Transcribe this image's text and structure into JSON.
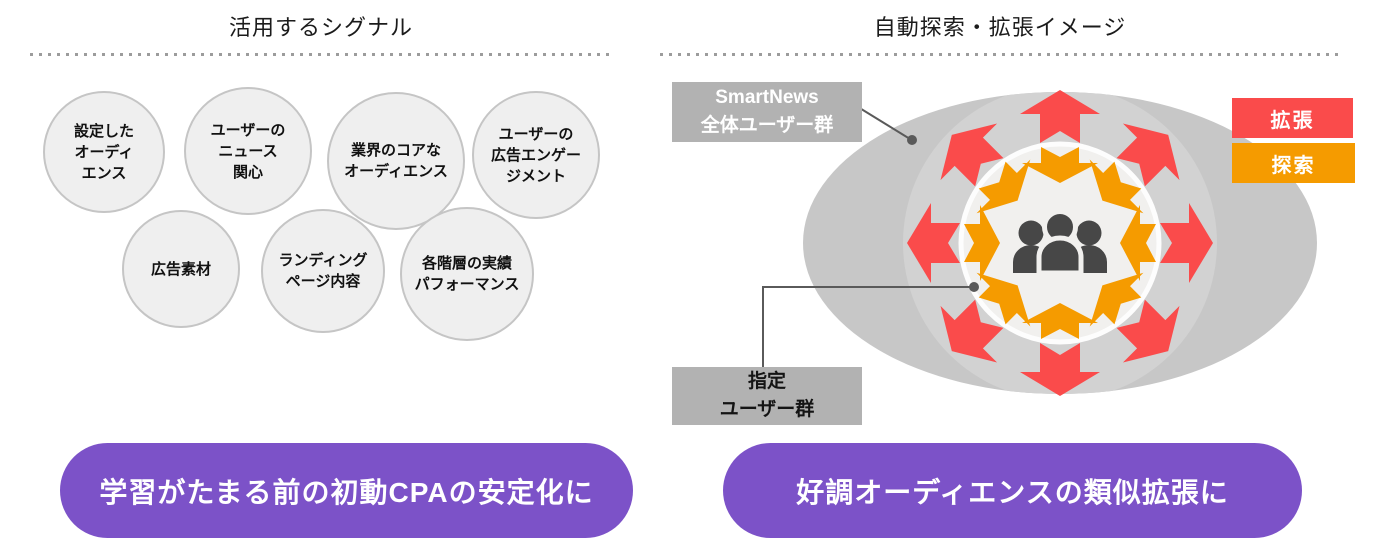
{
  "left_panel": {
    "title": "活用するシグナル",
    "signals": [
      {
        "label": "設定した\nオーディ\nエンス"
      },
      {
        "label": "ユーザーの\nニュース\n関心"
      },
      {
        "label": "業界のコアな\nオーディエンス"
      },
      {
        "label": "ユーザーの\n広告エンゲー\nジメント"
      },
      {
        "label": "広告素材"
      },
      {
        "label": "ランディング\nページ内容"
      },
      {
        "label": "各階層の実績\nパフォーマンス"
      }
    ],
    "banner": "学習がたまる前の初動CPAの安定化に"
  },
  "right_panel": {
    "title": "自動探索・拡張イメージ",
    "labels": {
      "all_users": "SmartNews\n全体ユーザー群",
      "specified_users": "指定\nユーザー群"
    },
    "legend": {
      "expansion": "拡張",
      "exploration": "探索"
    },
    "banner": "好調オーディエンスの類似拡張に"
  },
  "colors": {
    "purple": "#7C52C8",
    "red": "#FA4B4B",
    "orange": "#F59B00",
    "ellipse_gray": "#C7C7C7",
    "halo_gray": "#D2D2D2",
    "label_gray": "#B2B2B2",
    "inner_circle": "#F1F0EE",
    "people_icon": "#474747",
    "signal_circle_fill": "#EFEFEF",
    "signal_circle_border": "#C5C5C5"
  }
}
